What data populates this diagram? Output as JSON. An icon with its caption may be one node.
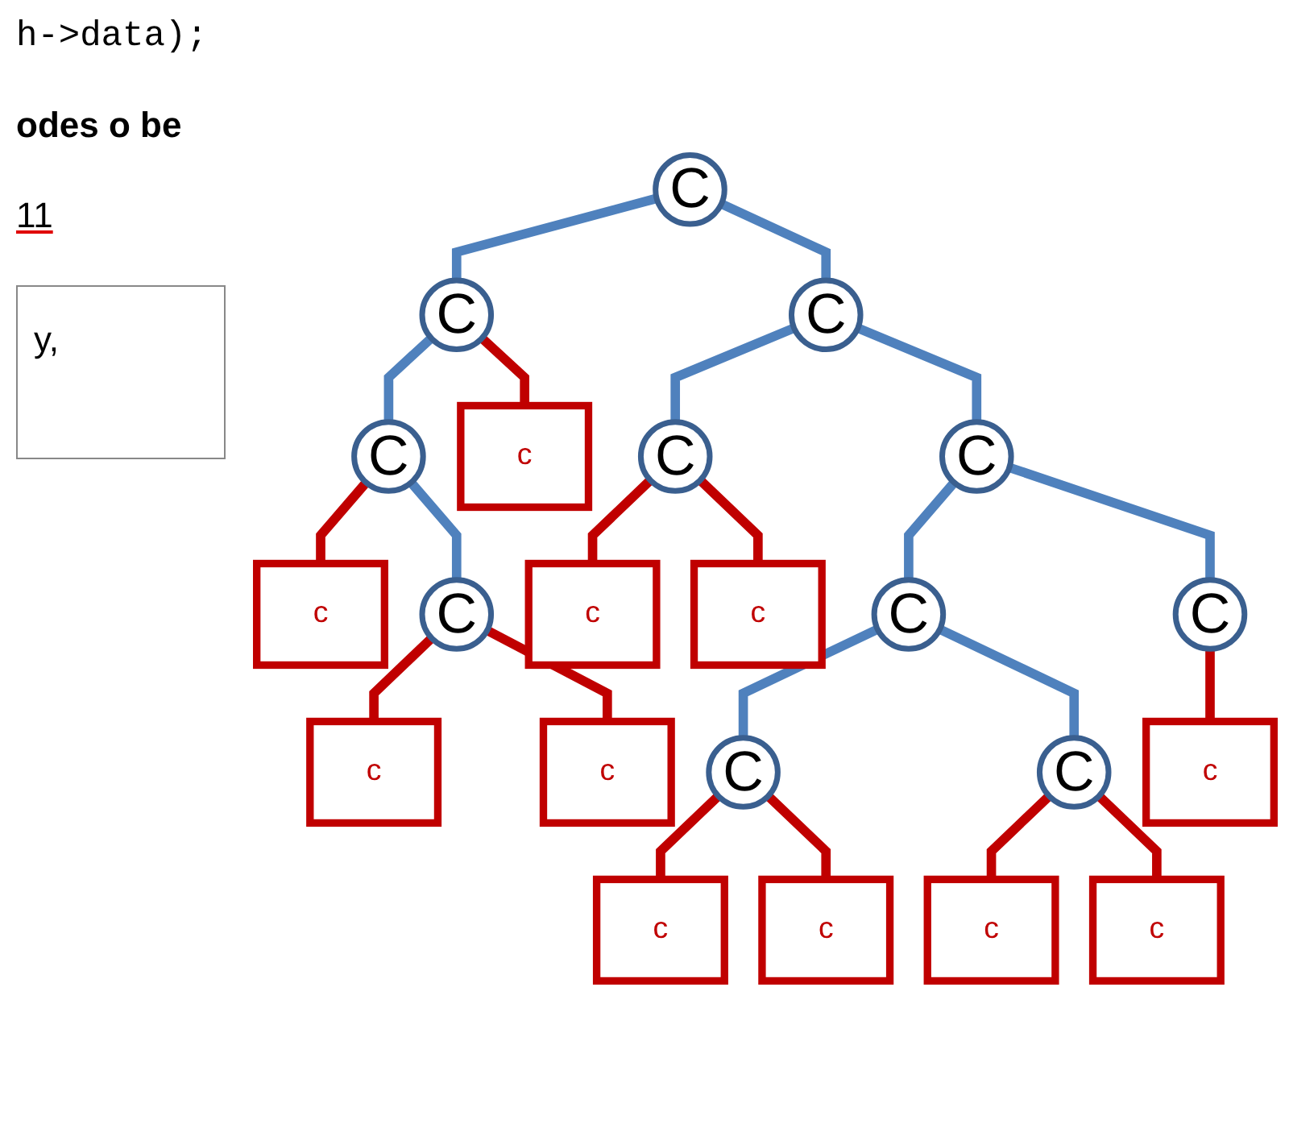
{
  "diagram": {
    "nodes": [
      {
        "text": [
          "C"
        ]
      },
      {
        "text": [
          "C"
        ]
      },
      {
        "text": [
          "C"
        ]
      },
      {
        "text": [
          "C"
        ]
      },
      {
        "text": [
          "C"
        ]
      },
      {
        "text": [
          "C"
        ]
      },
      {
        "text": [
          "C"
        ]
      },
      {
        "text": [
          "C"
        ]
      },
      {
        "text": [
          "C"
        ]
      },
      {
        "text": [
          "C"
        ]
      },
      {
        "text": [
          "C"
        ]
      },
      {
        "text": [
          "c"
        ]
      },
      {
        "text": [
          "c"
        ]
      },
      {
        "text": [
          "c"
        ]
      },
      {
        "text": [
          "c"
        ]
      },
      {
        "text": [
          "c"
        ]
      },
      {
        "text": [
          "c"
        ]
      },
      {
        "text": [
          "c"
        ]
      },
      {
        "text": [
          "c"
        ]
      },
      {
        "text": [
          "c"
        ]
      },
      {
        "text": [
          "c"
        ]
      },
      {
        "text": [
          "c"
        ]
      }
    ],
    "edges": [
      {
        "from": 0,
        "to": 1,
        "arrow": "none",
        "color": "#4f81bd"
      },
      {
        "from": 0,
        "to": 2,
        "arrow": "none",
        "color": "#4f81bd"
      },
      {
        "from": 1,
        "to": 3,
        "arrow": "none",
        "color": "#4f81bd"
      },
      {
        "from": 1,
        "to": 11,
        "arrow": "none"
      },
      {
        "from": 2,
        "to": 5,
        "arrow": "none",
        "color": "#4f81bd"
      },
      {
        "from": 2,
        "to": 6,
        "arrow": "none",
        "color": "#4f81bd"
      },
      {
        "from": 3,
        "to": 12,
        "arrow": "none"
      },
      {
        "from": 3,
        "to": 4,
        "arrow": "none",
        "color": "#4f81bd"
      },
      {
        "from": 5,
        "to": 15,
        "arrow": "none"
      },
      {
        "from": 5,
        "to": 16,
        "arrow": "none"
      },
      {
        "from": 6,
        "to": 7,
        "arrow": "none",
        "color": "#4f81bd"
      },
      {
        "from": 6,
        "to": 8,
        "arrow": "none",
        "color": "#4f81bd"
      },
      {
        "from": 4,
        "to": 13,
        "arrow": "none"
      },
      {
        "from": 4,
        "to": 14,
        "arrow": "none"
      },
      {
        "from": 7,
        "to": 9,
        "arrow": "none",
        "color": "#4f81bd"
      },
      {
        "from": 7,
        "to": 10,
        "arrow": "none",
        "color": "#4f81bd"
      },
      {
        "from": 8,
        "to": 17,
        "arrow": "none"
      },
      {
        "from": 9,
        "to": 18,
        "arrow": "none"
      },
      {
        "from": 9,
        "to": 19,
        "arrow": "none"
      },
      {
        "from": 10,
        "to": 20,
        "arrow": "none"
      },
      {
        "from": 10,
        "to": 21,
        "arrow": "none"
      }
    ],
    "labels": [
      "h->data);",
      "odes o be",
      "11",
      "y,"
    ]
  }
}
